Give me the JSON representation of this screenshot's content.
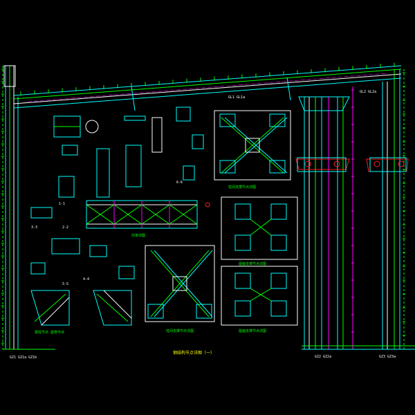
{
  "drawing": {
    "sheet_title": "钢结构节点详图（一）",
    "colors": {
      "background": "#000000",
      "green": "#00ff00",
      "cyan": "#00ffff",
      "white": "#ffffff",
      "magenta": "#ff00ff",
      "red": "#ff2020",
      "yellow": "#ffff00",
      "blue": "#3a6bff"
    },
    "labels": {
      "left_bottom": "GZ1  GZ1a  GZ1b",
      "right_bottom_a": "GZ2  GZ2a",
      "right_bottom_b": "GZ3  GZ3a",
      "roof_mid": "GL1  GL1a",
      "roof_right": "GL2  GL2a",
      "detail_1": "1-1",
      "detail_2": "2-2",
      "detail_3": "3-3",
      "detail_4": "4-4",
      "detail_5": "5-5",
      "detail_6": "6-6",
      "brace_top": "柱间支撑节点详图",
      "brace_bottom": "柱间支撑节点详图",
      "node_a": "屋面支撑节点详图",
      "node_b": "屋面支撑节点详图",
      "haunch_a": "梁柱节点  屋脊节点",
      "truss": "托架详图"
    }
  }
}
